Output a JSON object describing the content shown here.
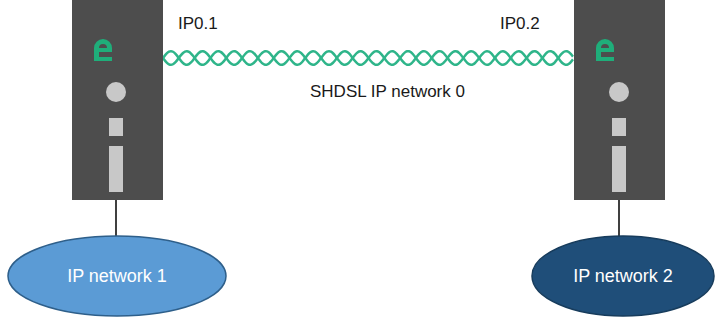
{
  "diagram": {
    "nodes": [
      {
        "text": [
          "IP network 1"
        ]
      },
      {
        "text": [
          "IP network 2"
        ]
      }
    ],
    "labels": [
      "IP0.1",
      "IP0.2",
      "SHDSL IP network 0"
    ]
  }
}
